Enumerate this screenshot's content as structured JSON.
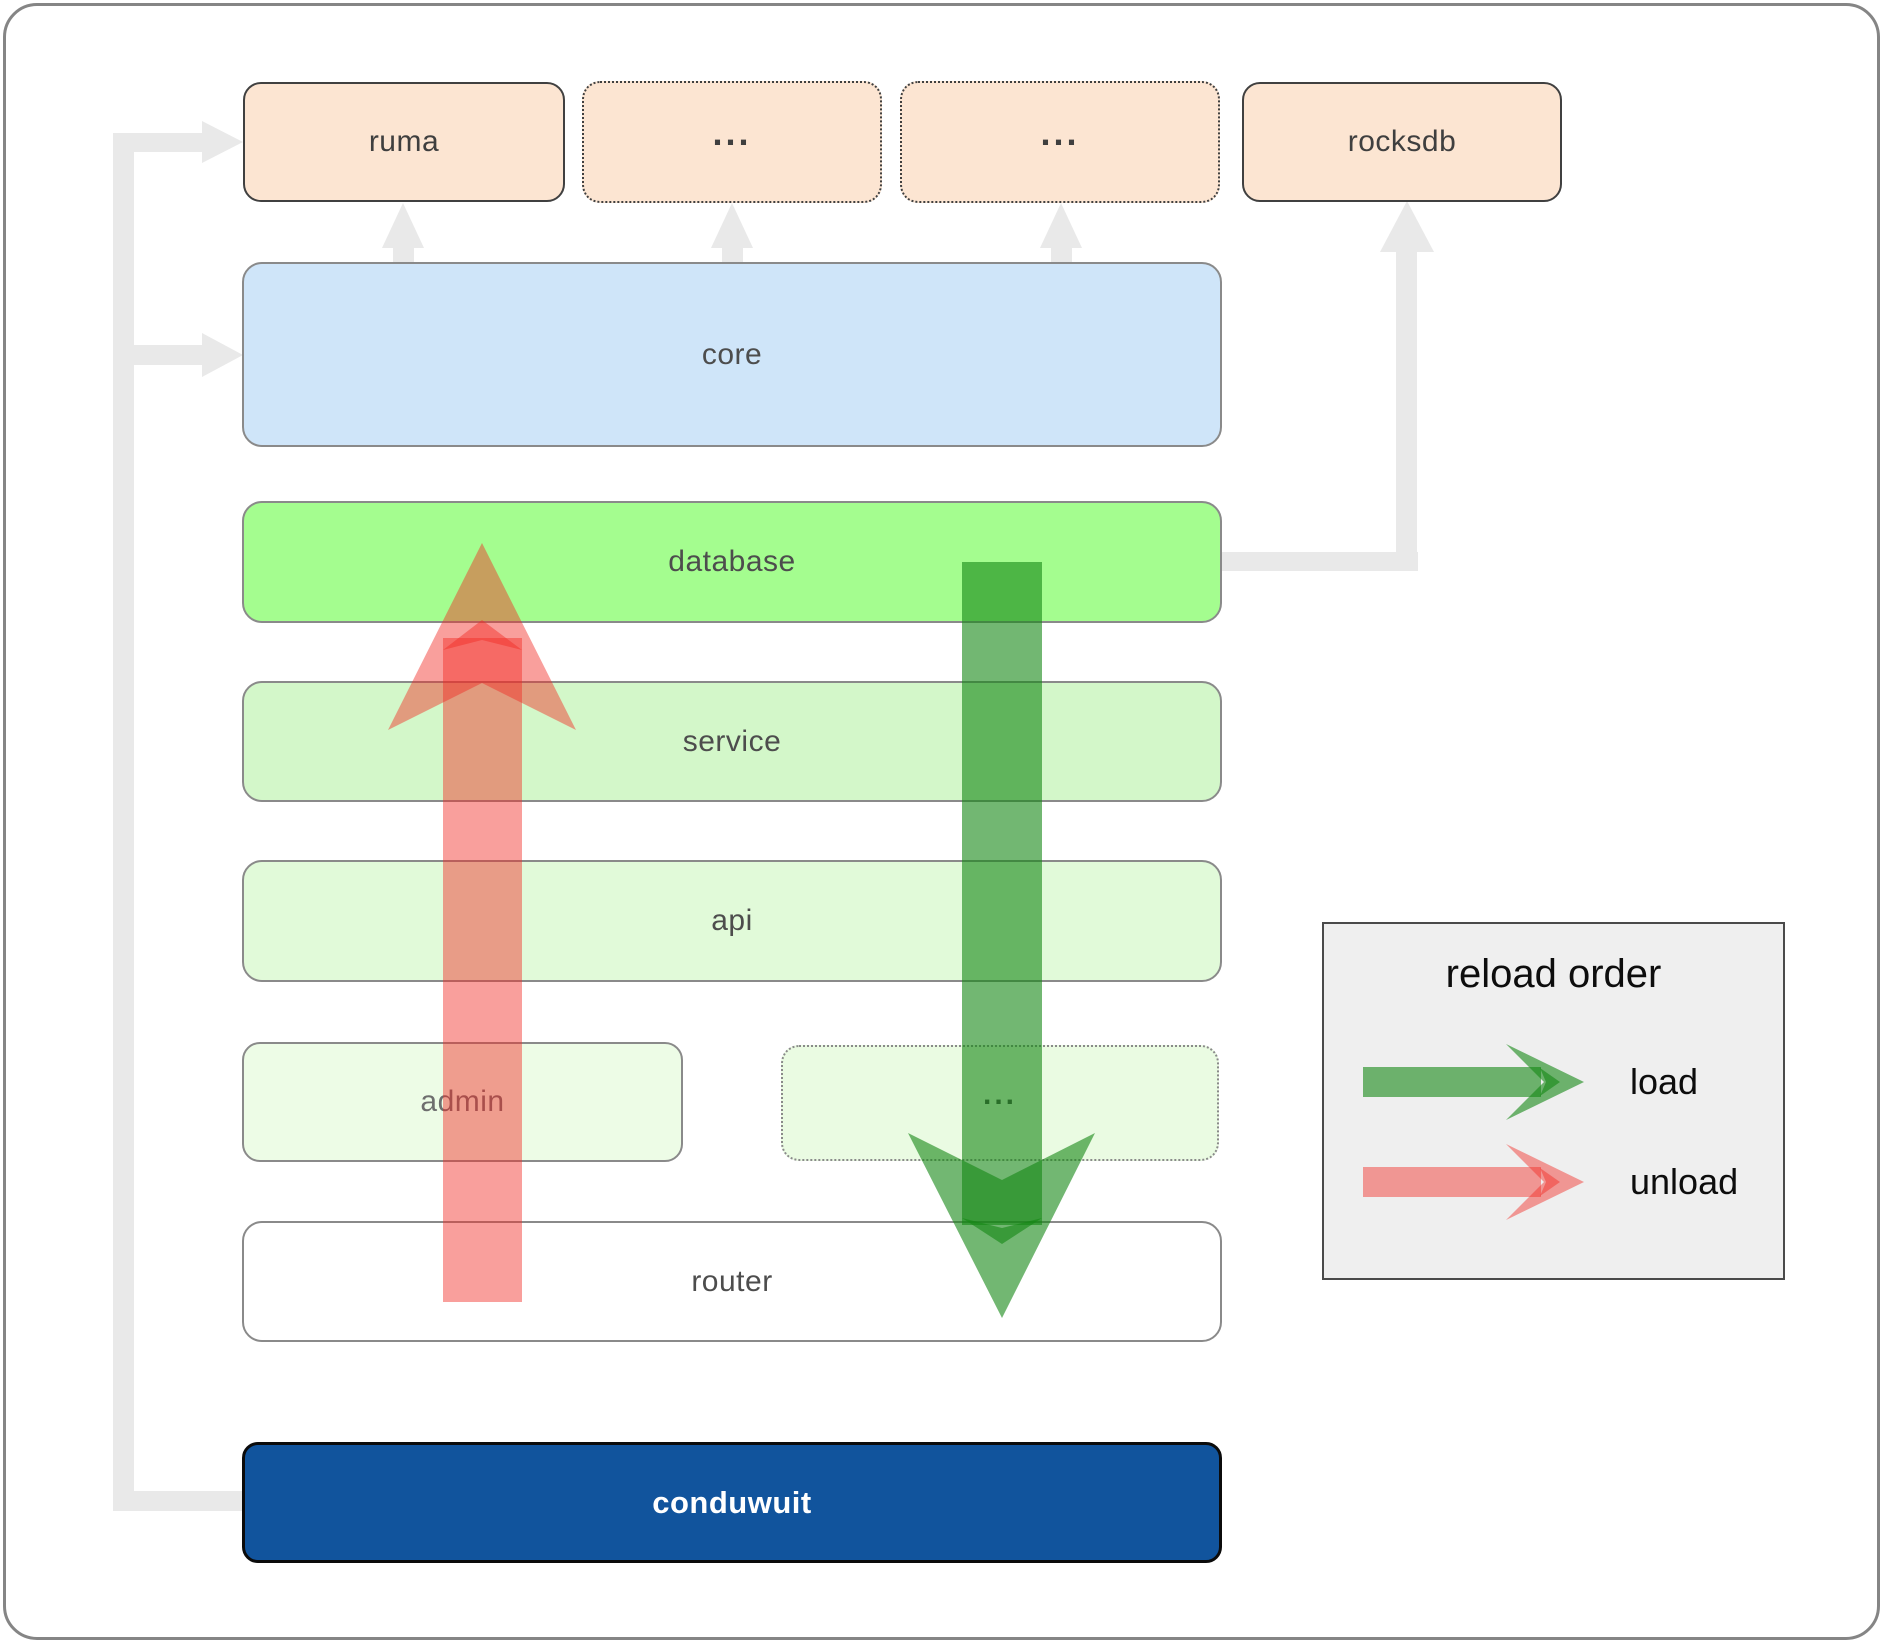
{
  "boxes": {
    "ruma": {
      "label": "ruma"
    },
    "ellipsis_top_left": {
      "label": "..."
    },
    "ellipsis_top_right": {
      "label": "..."
    },
    "rocksdb": {
      "label": "rocksdb"
    },
    "core": {
      "label": "core"
    },
    "database": {
      "label": "database"
    },
    "service": {
      "label": "service"
    },
    "api": {
      "label": "api"
    },
    "admin": {
      "label": "admin"
    },
    "ellipsis_admin_row": {
      "label": "..."
    },
    "router": {
      "label": "router"
    },
    "conduwuit": {
      "label": "conduwuit"
    }
  },
  "legend": {
    "title": "reload order",
    "items": [
      {
        "label": "load",
        "color": "#3a9d3a"
      },
      {
        "label": "unload",
        "color": "#f4615e"
      }
    ]
  },
  "colors": {
    "box_peach": "#fce5d2",
    "box_core_blue": "#cfe5f9",
    "box_database_green": "#a4fd8f",
    "box_service_green": "#d3f7c9",
    "box_api_green": "#e1fad9",
    "box_admin_green": "#edfce6",
    "box_conduwuit_blue": "#11549d",
    "connector_gray": "#e9e9e9",
    "arrow_load_green": "rgba(20,135,20,0.6)",
    "arrow_unload_red": "rgba(241,42,36,0.45)"
  }
}
